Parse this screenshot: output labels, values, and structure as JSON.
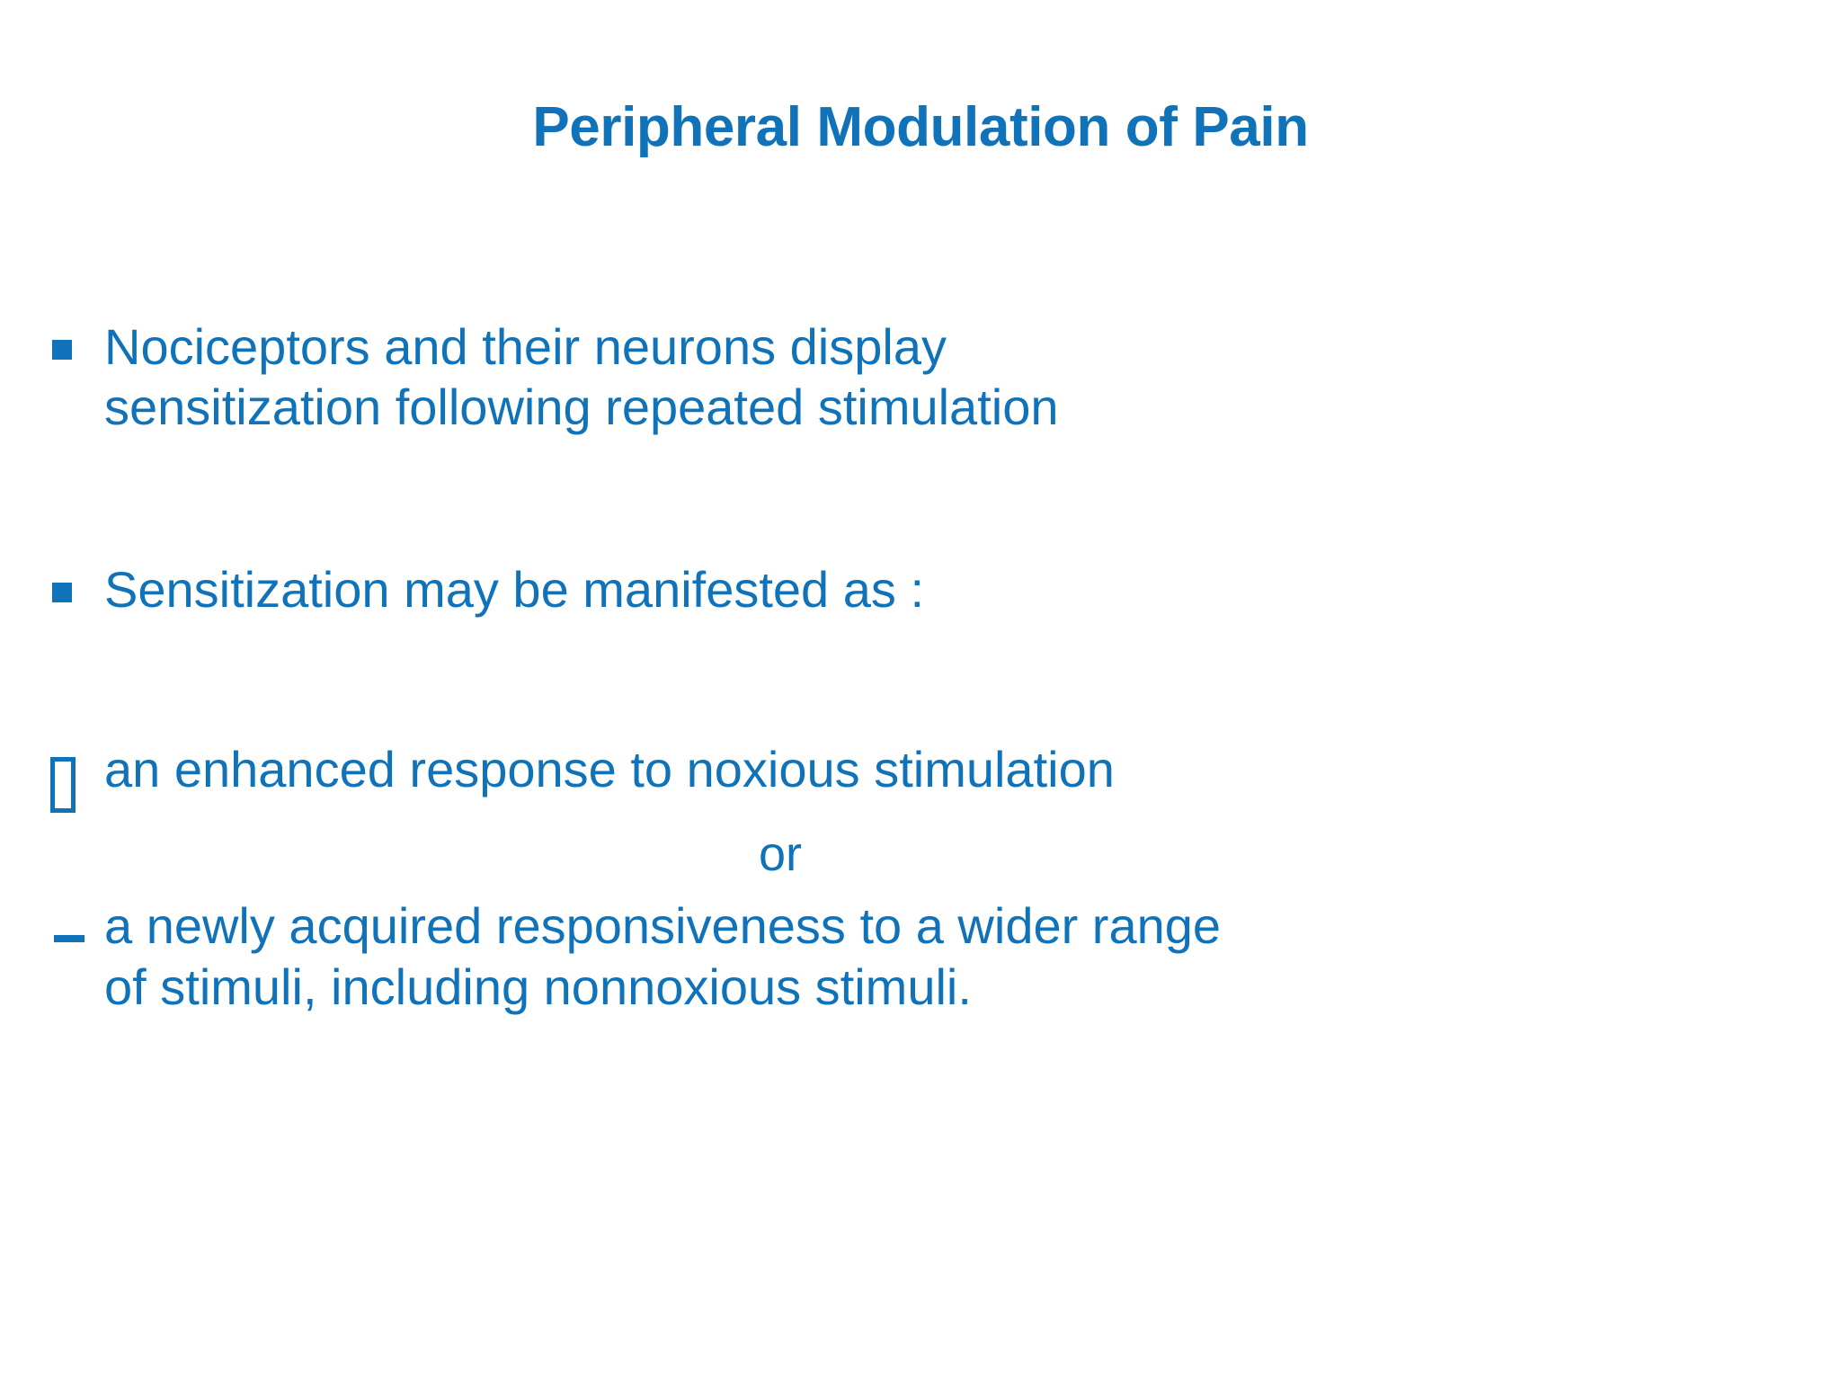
{
  "slide": {
    "title": "Peripheral Modulation of Pain",
    "background_color": "#FFFFFF",
    "text_color": "#1072B8",
    "bullets": [
      {
        "marker": "square-bullet",
        "marker_glyph": "▪",
        "lines": [
          "Nociceptors and their neurons display",
          "sensitization following repeated stimulation"
        ]
      },
      {
        "marker": "square-bullet",
        "marker_glyph": "▪",
        "lines": [
          "Sensitization may be manifested as :"
        ]
      },
      {
        "marker": "missing-glyph-box-bullet",
        "marker_glyph": "□",
        "lines": [
          "an enhanced response to noxious stimulation"
        ]
      },
      {
        "marker": "dash-bullet",
        "marker_glyph": "-",
        "lines": [
          "a newly acquired responsiveness to a wider range",
          "of stimuli, including nonnoxious stimuli."
        ]
      }
    ],
    "connector": "or"
  }
}
